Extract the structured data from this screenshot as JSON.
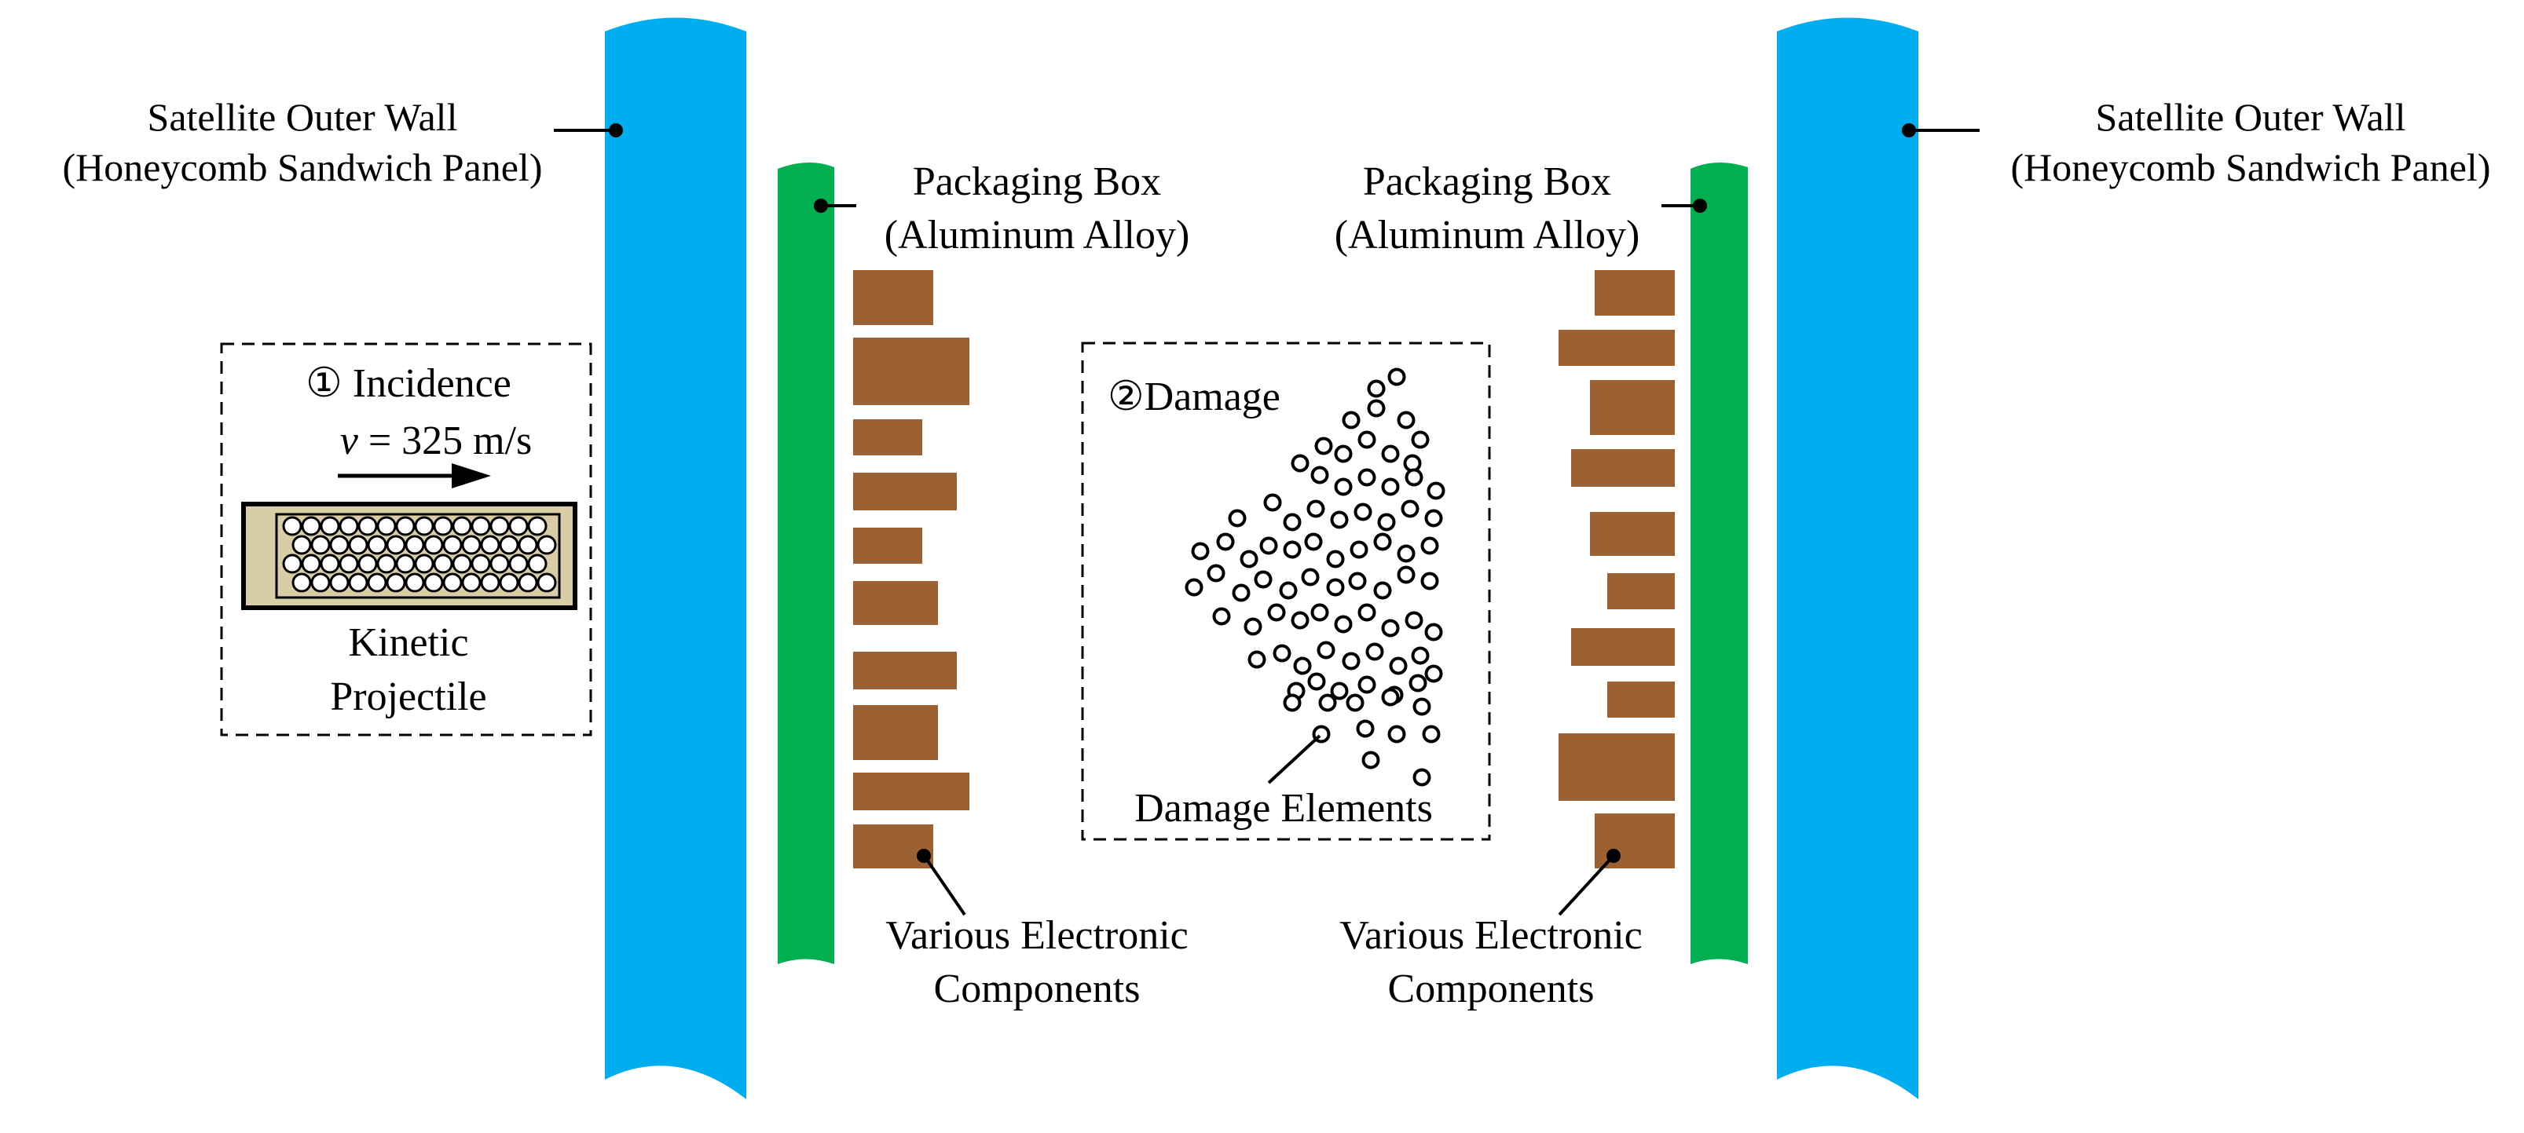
{
  "colors": {
    "outer_wall": "#00AEEF",
    "packaging_box": "#00B050",
    "component": "#9C6133",
    "projectile_fill": "#D8CDA6",
    "leader_line": "#000000",
    "frame_dash": "#000000"
  },
  "labels": {
    "left_wall_line1": "Satellite Outer Wall",
    "left_wall_line2": "(Honeycomb Sandwich Panel)",
    "right_wall_line1": "Satellite Outer Wall",
    "right_wall_line2": "(Honeycomb Sandwich Panel)",
    "left_box_line1": "Packaging Box",
    "left_box_line2": "(Aluminum Alloy)",
    "right_box_line1": "Packaging Box",
    "right_box_line2": "(Aluminum Alloy)",
    "left_comp_line1": "Various Electronic",
    "left_comp_line2": "Components",
    "right_comp_line1": "Various Electronic",
    "right_comp_line2": "Components"
  },
  "incidence_panel": {
    "title": "① Incidence",
    "velocity_symbol": "v",
    "velocity_rest": " = 325 m/s",
    "projectile_line1": "Kinetic",
    "projectile_line2": "Projectile"
  },
  "damage_panel": {
    "title": "②Damage",
    "elements_label": "Damage Elements"
  }
}
